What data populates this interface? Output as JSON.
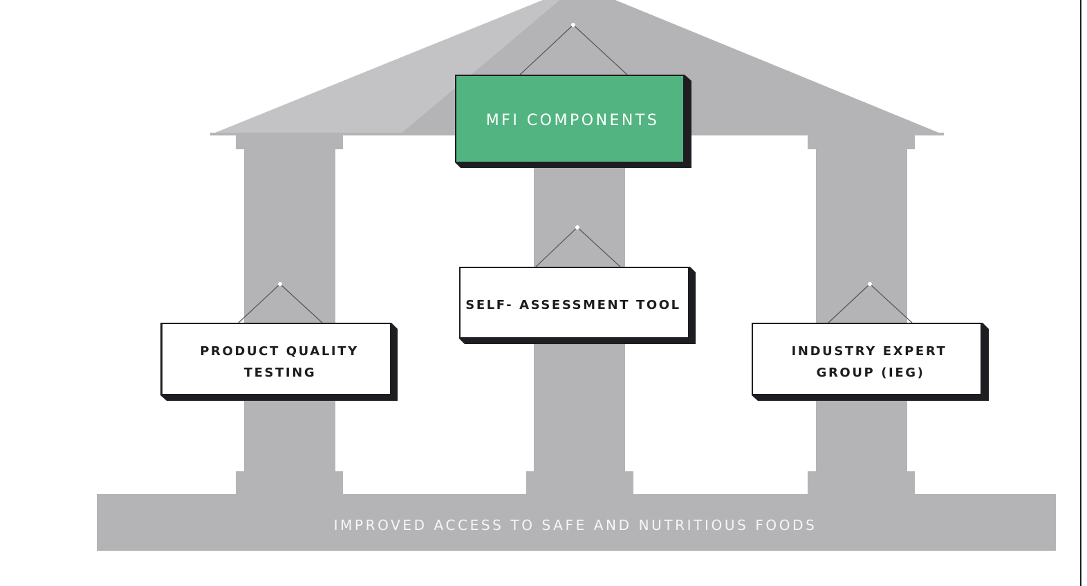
{
  "diagram": {
    "roof_label": "MFI COMPONENTS",
    "pillars": [
      {
        "label_line1": "PRODUCT QUALITY",
        "label_line2": "TESTING"
      },
      {
        "label_line1": "SELF- ASSESSMENT TOOL",
        "label_line2": ""
      },
      {
        "label_line1": "INDUSTRY EXPERT",
        "label_line2": "GROUP (IEG)"
      }
    ],
    "foundation_label": "IMPROVED ACCESS TO SAFE AND NUTRITIOUS FOODS"
  },
  "colors": {
    "structure_gray": "#b4b4b6",
    "roof_highlight": "#c3c3c5",
    "accent_green": "#52b480",
    "sign_shadow": "#1e1e22",
    "sign_fill": "#ffffff"
  }
}
